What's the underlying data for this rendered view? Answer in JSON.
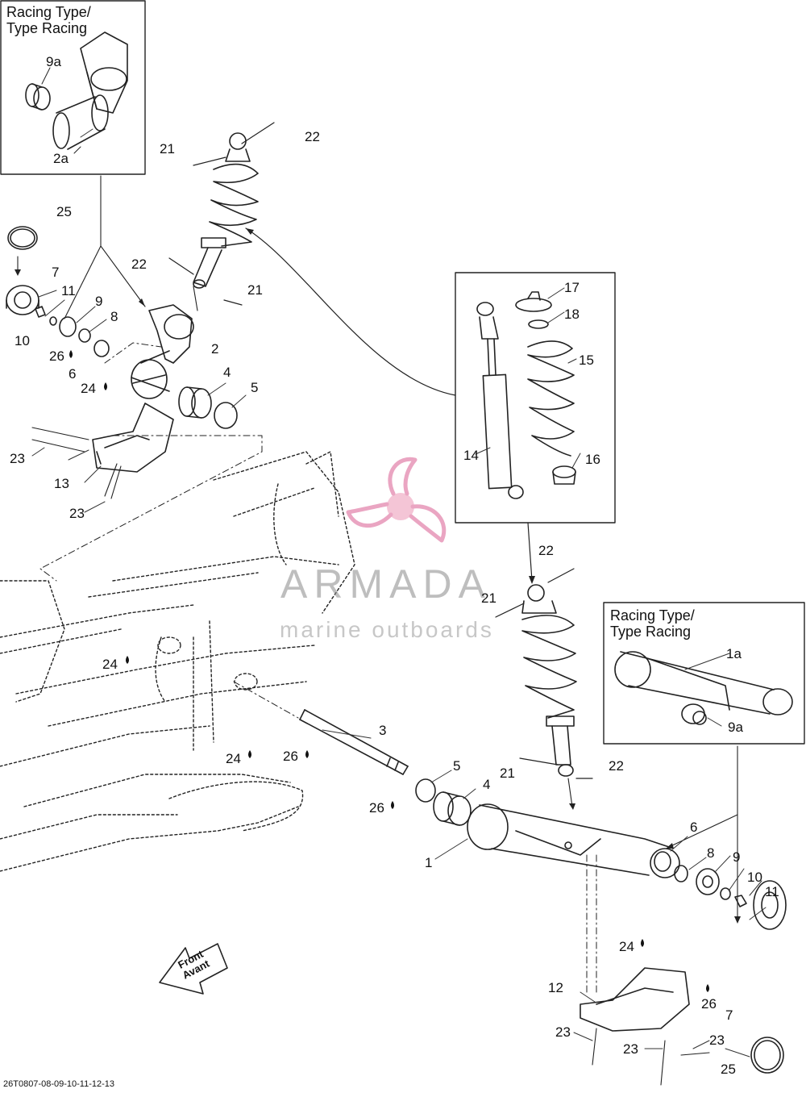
{
  "detail_boxes": {
    "top_left_title_line1": "Racing Type/",
    "top_left_title_line2": "Type Racing",
    "right_title_line1": "Racing Type/",
    "right_title_line2": "Type Racing"
  },
  "watermark": {
    "title": "ARMADA",
    "subtitle": "marine outboards",
    "logo": "propeller-logo-icon",
    "color": "#e58fb3"
  },
  "front_arrow": {
    "line1": "Front",
    "line2": "Avant"
  },
  "diagram_code": "26T0807-08-09-10-11-12-13",
  "callouts": [
    {
      "id": "c-9a-top",
      "text": "9a"
    },
    {
      "id": "c-2a",
      "text": "2a"
    },
    {
      "id": "c-25-top",
      "text": "25"
    },
    {
      "id": "c-7-top",
      "text": "7"
    },
    {
      "id": "c-11-top",
      "text": "11"
    },
    {
      "id": "c-9-top",
      "text": "9"
    },
    {
      "id": "c-8-top",
      "text": "8"
    },
    {
      "id": "c-10-top",
      "text": "10"
    },
    {
      "id": "c-26-a",
      "text": "26"
    },
    {
      "id": "c-6-top",
      "text": "6"
    },
    {
      "id": "c-24-a",
      "text": "24"
    },
    {
      "id": "c-2",
      "text": "2"
    },
    {
      "id": "c-4-top",
      "text": "4"
    },
    {
      "id": "c-5-top",
      "text": "5"
    },
    {
      "id": "c-23-a",
      "text": "23"
    },
    {
      "id": "c-13",
      "text": "13"
    },
    {
      "id": "c-23-b",
      "text": "23"
    },
    {
      "id": "c-21-a",
      "text": "21"
    },
    {
      "id": "c-22-a",
      "text": "22"
    },
    {
      "id": "c-22-b",
      "text": "22"
    },
    {
      "id": "c-21-b",
      "text": "21"
    },
    {
      "id": "c-17",
      "text": "17"
    },
    {
      "id": "c-18",
      "text": "18"
    },
    {
      "id": "c-15",
      "text": "15"
    },
    {
      "id": "c-14",
      "text": "14"
    },
    {
      "id": "c-16",
      "text": "16"
    },
    {
      "id": "c-22-c",
      "text": "22"
    },
    {
      "id": "c-21-c",
      "text": "21"
    },
    {
      "id": "c-1a",
      "text": "1a"
    },
    {
      "id": "c-9a-right",
      "text": "9a"
    },
    {
      "id": "c-24-b",
      "text": "24"
    },
    {
      "id": "c-24-c",
      "text": "24"
    },
    {
      "id": "c-26-b",
      "text": "26"
    },
    {
      "id": "c-3",
      "text": "3"
    },
    {
      "id": "c-21-d",
      "text": "21"
    },
    {
      "id": "c-22-d",
      "text": "22"
    },
    {
      "id": "c-5-bottom",
      "text": "5"
    },
    {
      "id": "c-4-bottom",
      "text": "4"
    },
    {
      "id": "c-26-c",
      "text": "26"
    },
    {
      "id": "c-1",
      "text": "1"
    },
    {
      "id": "c-6-bottom",
      "text": "6"
    },
    {
      "id": "c-8-bottom",
      "text": "8"
    },
    {
      "id": "c-9-bottom",
      "text": "9"
    },
    {
      "id": "c-24-d",
      "text": "24"
    },
    {
      "id": "c-10-bottom",
      "text": "10"
    },
    {
      "id": "c-11-bottom",
      "text": "11"
    },
    {
      "id": "c-12",
      "text": "12"
    },
    {
      "id": "c-26-d",
      "text": "26"
    },
    {
      "id": "c-7-bottom",
      "text": "7"
    },
    {
      "id": "c-23-c",
      "text": "23"
    },
    {
      "id": "c-23-d",
      "text": "23"
    },
    {
      "id": "c-23-e",
      "text": "23"
    },
    {
      "id": "c-25-bottom",
      "text": "25"
    }
  ]
}
